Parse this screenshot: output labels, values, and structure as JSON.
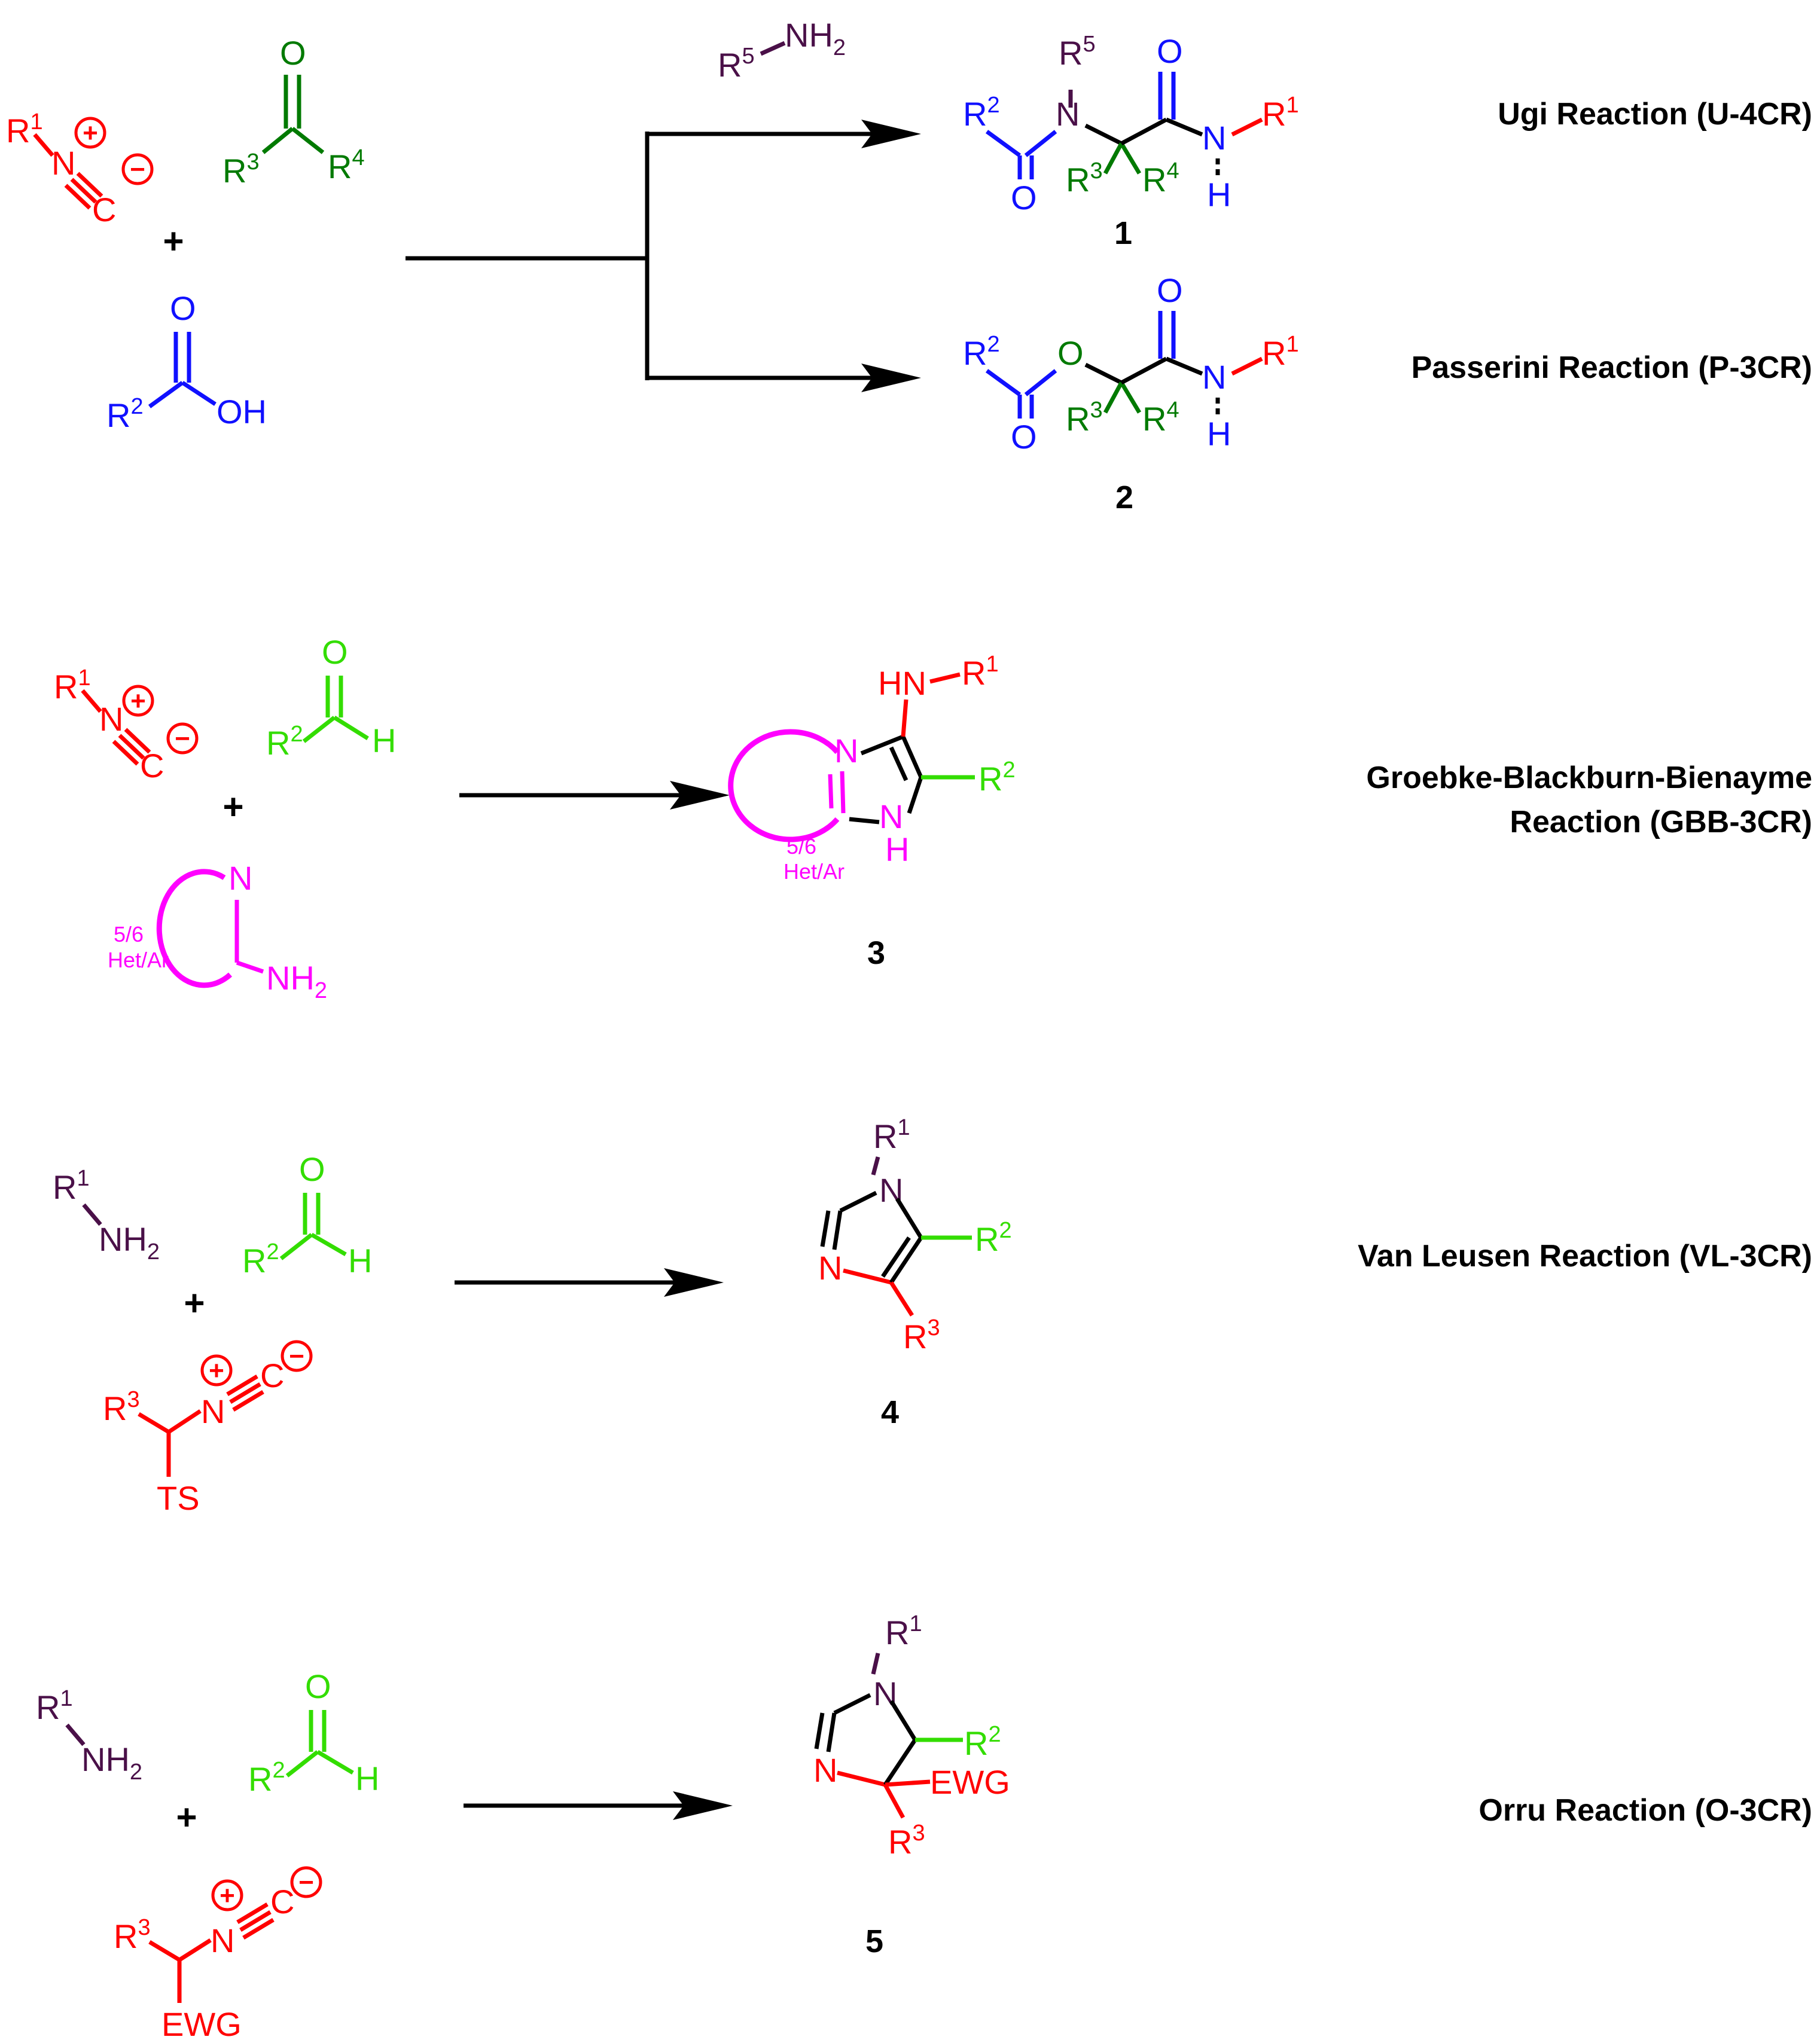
{
  "colors": {
    "red": "#ff0000",
    "green": "#007a00",
    "lightgreen": "#33dd00",
    "blue": "#1010ff",
    "purple": "#4a1048",
    "magenta": "#ff00ff",
    "black": "#000000"
  },
  "reactions": {
    "ugi": {
      "name": "Ugi Reaction (U-4CR)",
      "number": "1",
      "amine_reagent": "R5-NH2"
    },
    "passerini": {
      "name": "Passerini Reaction (P-3CR)",
      "number": "2"
    },
    "gbb": {
      "name_line1": "Groebke-Blackburn-Bienayme",
      "name_line2": "Reaction (GBB-3CR)",
      "number": "3",
      "ring_label_1": "5/6",
      "ring_label_2": "Het/Ar"
    },
    "van_leusen": {
      "name": "Van Leusen Reaction (VL-3CR)",
      "number": "4"
    },
    "orru": {
      "name": "Orru Reaction (O-3CR)",
      "number": "5"
    }
  },
  "labels": {
    "R": "R",
    "N": "N",
    "C": "C",
    "O": "O",
    "H": "H",
    "NH": "NH",
    "HN": "HN",
    "OH": "OH",
    "NH2_main": "NH",
    "sub2": "2",
    "s1": "1",
    "s2": "2",
    "s3": "3",
    "s4": "4",
    "s5": "5",
    "TS": "TS",
    "EWG": "EWG",
    "plus": "+",
    "charge_plus": "+",
    "charge_minus": "−"
  }
}
